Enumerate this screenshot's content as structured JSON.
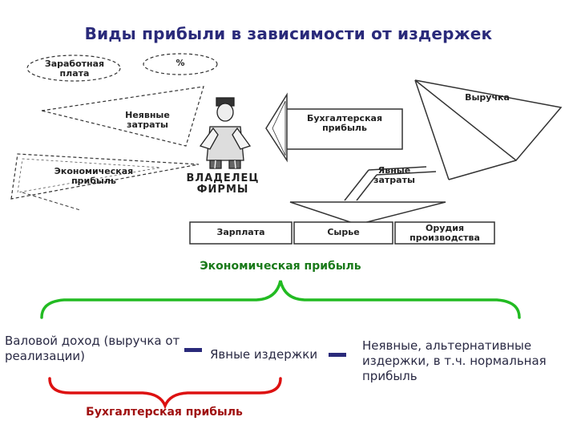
{
  "title": "Виды прибыли в зависимости от издержек",
  "scheme": {
    "wages": "Заработная плата",
    "percent": "%",
    "implicit_costs": "Неявные затраты",
    "economic_profit": "Экономическая прибыль",
    "owner": "ВЛАДЕЛЕЦ ФИРМЫ",
    "accounting_profit": "Бухгалтерская прибыль",
    "revenue": "Выручка",
    "explicit_costs": "Явные затраты",
    "boxes": [
      "Зарплата",
      "Сырье",
      "Орудия производства"
    ]
  },
  "economic_profit_title": "Экономическая прибыль",
  "formula": {
    "gross_income": "Валовой доход (выручка от реализации)",
    "explicit": "Явные издержки",
    "implicit": "Неявные, альтернативные издержки, в т.ч. нормальная прибыль"
  },
  "accounting_profit_title": "Бухгалтерская прибыль",
  "colors": {
    "title": "#2a2a7a",
    "green_brace": "#22bb22",
    "red_brace": "#dd1111",
    "economic_label": "#1a7a1a",
    "accounting_label": "#a01010"
  }
}
